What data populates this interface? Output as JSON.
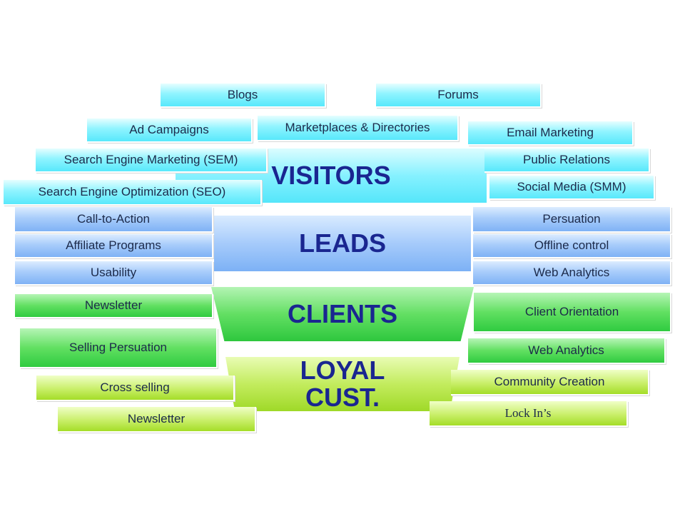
{
  "stages": {
    "visitors": "VISITORS",
    "leads": "LEADS",
    "clients": "CLIENTS",
    "loyal_line1": "LOYAL",
    "loyal_line2": "CUST."
  },
  "visitors_items": {
    "blogs": "Blogs",
    "forums": "Forums",
    "ad_campaigns": "Ad Campaigns",
    "marketplaces": "Marketplaces & Directories",
    "email_marketing": "Email Marketing",
    "sem": "Search Engine Marketing (SEM)",
    "public_relations": "Public Relations",
    "seo": "Search Engine Optimization (SEO)",
    "smm": "Social Media (SMM)"
  },
  "leads_items": {
    "call_to_action": "Call-to-Action",
    "affiliate_programs": "Affiliate Programs",
    "usability": "Usability",
    "persuasion": "Persuation",
    "offline_control": "Offline control",
    "web_analytics": "Web Analytics"
  },
  "clients_items": {
    "newsletter": "Newsletter",
    "selling_persuasion": "Selling Persuation",
    "client_orientation": "Client Orientation",
    "web_analytics": "Web Analytics"
  },
  "loyal_items": {
    "cross_selling": "Cross selling",
    "newsletter": "Newsletter",
    "community_creation": "Community Creation",
    "lock_ins": "Lock In’s"
  },
  "colors": {
    "visitors": "#58e8fb",
    "leads": "#7fb2f5",
    "clients": "#2fcb40",
    "loyal": "#a4dd28",
    "stage_text": "#1a2690",
    "box_text": "#1c2a4a"
  }
}
